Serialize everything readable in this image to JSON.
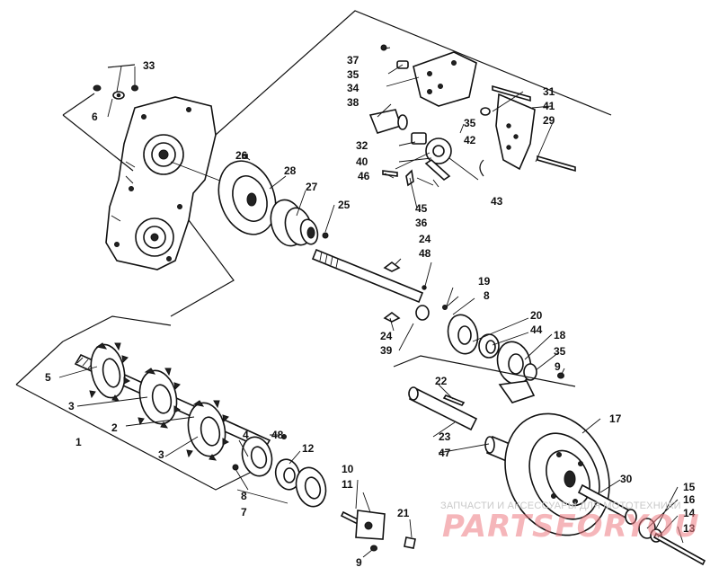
{
  "diagram": {
    "type": "exploded-parts-diagram",
    "callouts": [
      {
        "id": "c1",
        "text": "1"
      },
      {
        "id": "c2",
        "text": "2"
      },
      {
        "id": "c3a",
        "text": "3"
      },
      {
        "id": "c3b",
        "text": "3"
      },
      {
        "id": "c4",
        "text": "4"
      },
      {
        "id": "c5",
        "text": "5"
      },
      {
        "id": "c6",
        "text": "6"
      },
      {
        "id": "c7",
        "text": "7"
      },
      {
        "id": "c8a",
        "text": "8"
      },
      {
        "id": "c8b",
        "text": "8"
      },
      {
        "id": "c9a",
        "text": "9"
      },
      {
        "id": "c9b",
        "text": "9"
      },
      {
        "id": "c10",
        "text": "10"
      },
      {
        "id": "c11",
        "text": "11"
      },
      {
        "id": "c12",
        "text": "12"
      },
      {
        "id": "c13",
        "text": "13"
      },
      {
        "id": "c14",
        "text": "14"
      },
      {
        "id": "c15",
        "text": "15"
      },
      {
        "id": "c16",
        "text": "16"
      },
      {
        "id": "c17",
        "text": "17"
      },
      {
        "id": "c18",
        "text": "18"
      },
      {
        "id": "c19",
        "text": "19"
      },
      {
        "id": "c20",
        "text": "20"
      },
      {
        "id": "c21",
        "text": "21"
      },
      {
        "id": "c22",
        "text": "22"
      },
      {
        "id": "c23",
        "text": "23"
      },
      {
        "id": "c24a",
        "text": "24"
      },
      {
        "id": "c24b",
        "text": "24"
      },
      {
        "id": "c25",
        "text": "25"
      },
      {
        "id": "c26",
        "text": "26"
      },
      {
        "id": "c27",
        "text": "27"
      },
      {
        "id": "c28",
        "text": "28"
      },
      {
        "id": "c29",
        "text": "29"
      },
      {
        "id": "c30",
        "text": "30"
      },
      {
        "id": "c31",
        "text": "31"
      },
      {
        "id": "c32",
        "text": "32"
      },
      {
        "id": "c33",
        "text": "33"
      },
      {
        "id": "c34",
        "text": "34"
      },
      {
        "id": "c35a",
        "text": "35"
      },
      {
        "id": "c35b",
        "text": "35"
      },
      {
        "id": "c35c",
        "text": "35"
      },
      {
        "id": "c36",
        "text": "36"
      },
      {
        "id": "c37",
        "text": "37"
      },
      {
        "id": "c38",
        "text": "38"
      },
      {
        "id": "c39",
        "text": "39"
      },
      {
        "id": "c40",
        "text": "40"
      },
      {
        "id": "c41",
        "text": "41"
      },
      {
        "id": "c42",
        "text": "42"
      },
      {
        "id": "c43",
        "text": "43"
      },
      {
        "id": "c44",
        "text": "44"
      },
      {
        "id": "c45",
        "text": "45"
      },
      {
        "id": "c46",
        "text": "46"
      },
      {
        "id": "c47",
        "text": "47"
      },
      {
        "id": "c48a",
        "text": "48"
      },
      {
        "id": "c48b",
        "text": "48"
      }
    ]
  },
  "watermark": {
    "caption": "ЗАПЧАСТИ И АКСЕССУАРЫ ДЛЯ МОТОТЕХНИКИ",
    "brand": "PARTSFORYOU",
    "color": "#ec7a82"
  }
}
